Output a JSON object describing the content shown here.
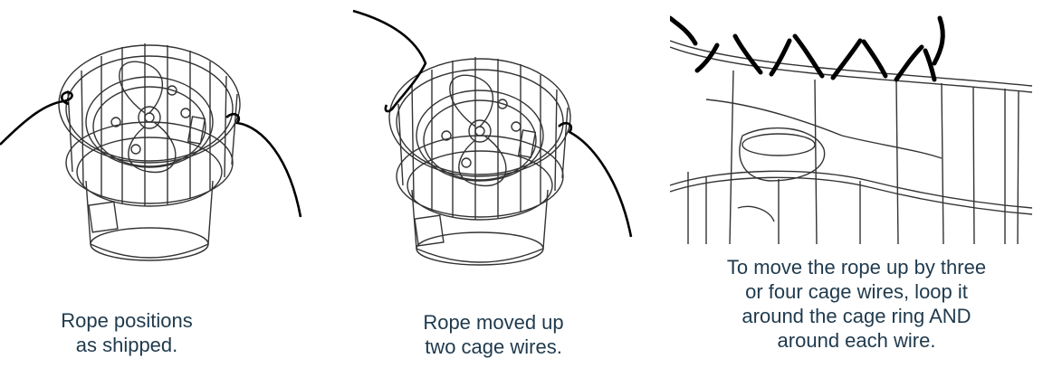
{
  "colors": {
    "caption_text": "#1f3a4d",
    "line_art": "#333333",
    "rope": "#000000"
  },
  "panels": [
    {
      "illustration": "mixer-cage-rope-as-shipped",
      "caption_lines": [
        "Rope positions",
        "as shipped."
      ]
    },
    {
      "illustration": "mixer-cage-rope-moved-up",
      "caption_lines": [
        "Rope moved up",
        "two cage wires."
      ]
    },
    {
      "illustration": "cage-ring-rope-loop-closeup",
      "caption_lines": [
        "To move the rope up by three",
        "or four cage wires, loop it",
        "around the cage ring AND",
        "around each wire."
      ]
    }
  ]
}
